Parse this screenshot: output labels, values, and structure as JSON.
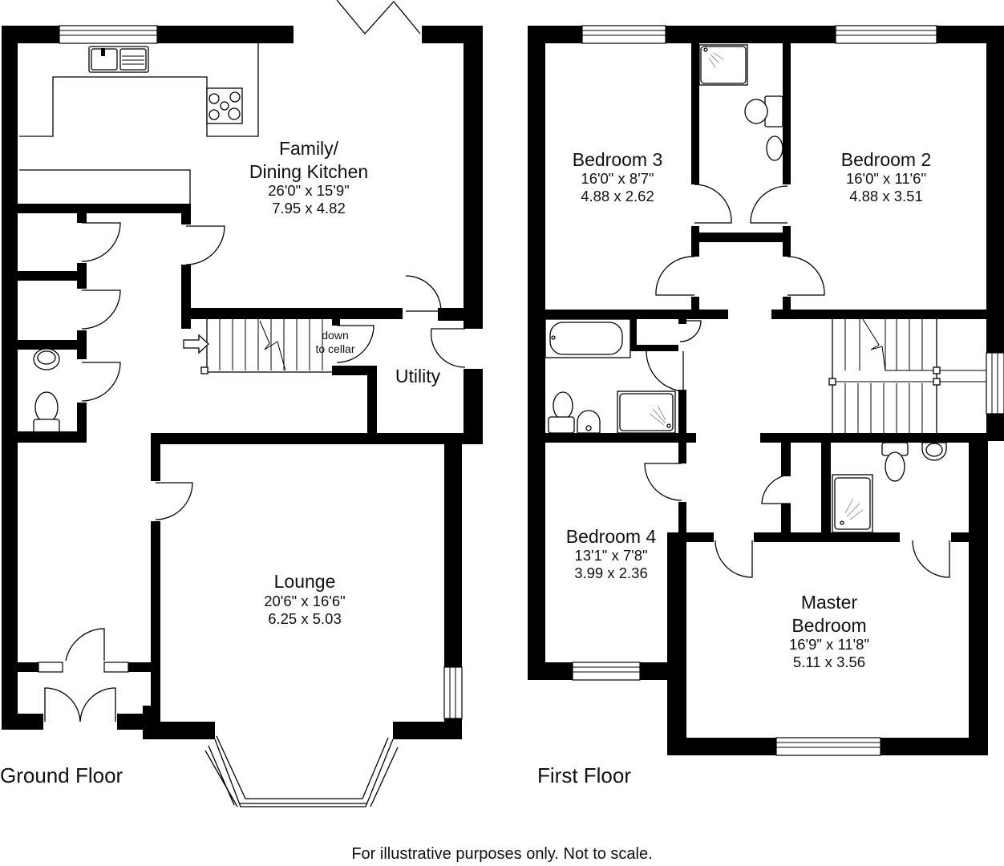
{
  "floors": [
    {
      "label": "Ground Floor",
      "rooms": [
        {
          "name_line1": "Family/",
          "name_line2": "Dining Kitchen",
          "imperial": "26'0\" x 15'9\"",
          "metric": "7.95  x  4.82"
        },
        {
          "name": "Utility"
        },
        {
          "name": "Lounge",
          "imperial": "20'6\" x 16'6\"",
          "metric": "6.25  x  5.03"
        }
      ],
      "annotations": {
        "stairs_line1": "down",
        "stairs_line2": "to cellar"
      }
    },
    {
      "label": "First Floor",
      "rooms": [
        {
          "name": "Bedroom 3",
          "imperial": "16'0\"  x  8'7\"",
          "metric": "4.88  x  2.62"
        },
        {
          "name": "Bedroom 2",
          "imperial": "16'0\" x 11'6\"",
          "metric": "4.88  x  3.51"
        },
        {
          "name": "Bedroom 4",
          "imperial": "13'1\"  x  7'8\"",
          "metric": "3.99  x  2.36"
        },
        {
          "name_line1": "Master",
          "name_line2": "Bedroom",
          "imperial": "16'9\" x 11'8\"",
          "metric": "5.11  x  3.56"
        }
      ]
    }
  ],
  "footer": {
    "disclaimer": "For illustrative purposes only. Not to scale."
  },
  "colors": {
    "walls": "#000000",
    "background": "#ffffff",
    "text": "#111111"
  }
}
